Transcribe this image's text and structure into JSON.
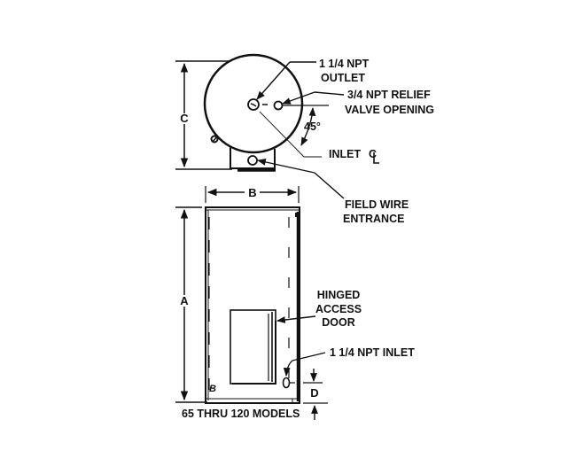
{
  "diagram": {
    "subject": "Water heater outline dimensions",
    "views": [
      "top-view",
      "front-view"
    ],
    "colors": {
      "line": "#111111",
      "background": "#ffffff"
    },
    "top_view": {
      "dimension_c": "C",
      "labels": {
        "outlet_line1": "1 1/4 NPT",
        "outlet_line2": "OUTLET",
        "relief_line1": "3/4 NPT RELIEF",
        "relief_line2": "VALVE OPENING",
        "angle": "45°",
        "inlet_cl": "INLET",
        "centerline_symbol": "℄",
        "field_wire_line1": "FIELD WIRE",
        "field_wire_line2": "ENTRANCE"
      }
    },
    "front_view": {
      "dimension_a": "A",
      "dimension_b": "B",
      "dimension_d": "D",
      "labels": {
        "door_line1": "HINGED",
        "door_line2": "ACCESS",
        "door_line3": "DOOR",
        "inlet": "1 1/4 NPT INLET"
      },
      "caption": "65 THRU 120 MODELS"
    }
  }
}
